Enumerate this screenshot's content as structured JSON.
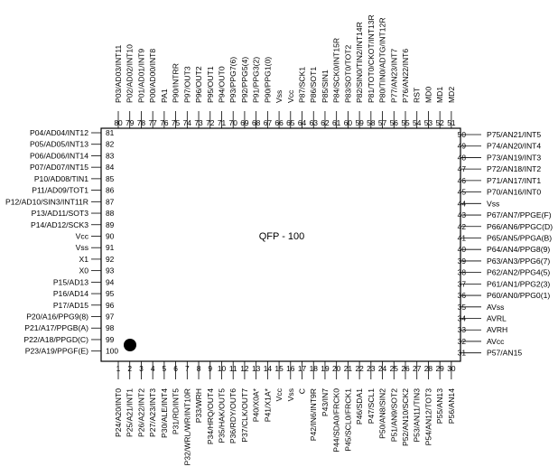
{
  "package_label": "QFP - 100",
  "colors": {
    "ink": "#000000",
    "background": "#ffffff"
  },
  "top_pins": [
    {
      "num": "80",
      "label": "P03/AD03/INT11"
    },
    {
      "num": "79",
      "label": "P02/AD02/INT10"
    },
    {
      "num": "78",
      "label": "P01/AD01/INT9"
    },
    {
      "num": "77",
      "label": "P00/AD00/INT8"
    },
    {
      "num": "76",
      "label": "PA1"
    },
    {
      "num": "75",
      "label": "P90/INTRR"
    },
    {
      "num": "74",
      "label": "P97/OUT3"
    },
    {
      "num": "73",
      "label": "P96/OUT2"
    },
    {
      "num": "72",
      "label": "P95/OUT1"
    },
    {
      "num": "71",
      "label": "P94/OUT0"
    },
    {
      "num": "70",
      "label": "P93/PPG7(6)"
    },
    {
      "num": "69",
      "label": "P92/PPG5(4)"
    },
    {
      "num": "68",
      "label": "P91/PPG3(2)"
    },
    {
      "num": "67",
      "label": "P90/PPG1(0)"
    },
    {
      "num": "66",
      "label": "Vss"
    },
    {
      "num": "65",
      "label": "Vcc"
    },
    {
      "num": "64",
      "label": "P87/SCK1"
    },
    {
      "num": "63",
      "label": "P86/SOT1"
    },
    {
      "num": "62",
      "label": "P85/SIN1"
    },
    {
      "num": "61",
      "label": "P84/SCK0/INT15R"
    },
    {
      "num": "60",
      "label": "P83/SOT0/TOT2"
    },
    {
      "num": "59",
      "label": "P82/SIN0/TIN2/INT14R"
    },
    {
      "num": "58",
      "label": "P81/TOT0/CKOT/INT13R"
    },
    {
      "num": "57",
      "label": "P80/TIN0/ADTG/INT12R"
    },
    {
      "num": "56",
      "label": "P77/AN23/INT7"
    },
    {
      "num": "55",
      "label": "P76/AN22/INT6"
    },
    {
      "num": "54",
      "label": "RST"
    },
    {
      "num": "53",
      "label": "MD0"
    },
    {
      "num": "52",
      "label": "MD1"
    },
    {
      "num": "51",
      "label": "MD2"
    }
  ],
  "left_pins": [
    {
      "num": "81",
      "label": "P04/AD04/INT12"
    },
    {
      "num": "82",
      "label": "P05/AD05/INT13"
    },
    {
      "num": "83",
      "label": "P06/AD06/INT14"
    },
    {
      "num": "84",
      "label": "P07/AD07/INT15"
    },
    {
      "num": "85",
      "label": "P10/AD08/TIN1"
    },
    {
      "num": "86",
      "label": "P11/AD09/TOT1"
    },
    {
      "num": "87",
      "label": "P12/AD10/SIN3/INT11R"
    },
    {
      "num": "88",
      "label": "P13/AD11/SOT3"
    },
    {
      "num": "89",
      "label": "P14/AD12/SCK3"
    },
    {
      "num": "90",
      "label": "Vcc"
    },
    {
      "num": "91",
      "label": "Vss"
    },
    {
      "num": "92",
      "label": "X1"
    },
    {
      "num": "93",
      "label": "X0"
    },
    {
      "num": "94",
      "label": "P15/AD13"
    },
    {
      "num": "95",
      "label": "P16/AD14"
    },
    {
      "num": "96",
      "label": "P17/AD15"
    },
    {
      "num": "97",
      "label": "P20/A16/PPG9(8)"
    },
    {
      "num": "98",
      "label": "P21/A17/PPGB(A)"
    },
    {
      "num": "99",
      "label": "P22/A18/PPGD(C)"
    },
    {
      "num": "100",
      "label": "P23/A19/PPGF(E)"
    }
  ],
  "right_pins": [
    {
      "num": "50",
      "label": "P75/AN21/INT5"
    },
    {
      "num": "49",
      "label": "P74/AN20/INT4"
    },
    {
      "num": "48",
      "label": "P73/AN19/INT3"
    },
    {
      "num": "47",
      "label": "P72/AN18/INT2"
    },
    {
      "num": "46",
      "label": "P71/AN17/INT1"
    },
    {
      "num": "45",
      "label": "P70/AN16/INT0"
    },
    {
      "num": "44",
      "label": "Vss"
    },
    {
      "num": "43",
      "label": "P67/AN7/PPGE(F)"
    },
    {
      "num": "42",
      "label": "P66/AN6/PPGC(D)"
    },
    {
      "num": "41",
      "label": "P65/AN5/PPGA(B)"
    },
    {
      "num": "40",
      "label": "P64/AN4/PPG8(9)"
    },
    {
      "num": "39",
      "label": "P63/AN3/PPG6(7)"
    },
    {
      "num": "38",
      "label": "P62/AN2/PPG4(5)"
    },
    {
      "num": "37",
      "label": "P61/AN1/PPG2(3)"
    },
    {
      "num": "36",
      "label": "P60/AN0/PPG0(1)"
    },
    {
      "num": "35",
      "label": "AVss"
    },
    {
      "num": "34",
      "label": "AVRL"
    },
    {
      "num": "33",
      "label": "AVRH"
    },
    {
      "num": "32",
      "label": "AVcc"
    },
    {
      "num": "31",
      "label": "P57/AN15"
    }
  ],
  "bottom_pins": [
    {
      "num": "1",
      "label": "P24/A20/INT0"
    },
    {
      "num": "2",
      "label": "P25/A21/INT1"
    },
    {
      "num": "3",
      "label": "P26/A22/INT2"
    },
    {
      "num": "4",
      "label": "P27/A23/INT3"
    },
    {
      "num": "5",
      "label": "P30/ALE/INT4"
    },
    {
      "num": "6",
      "label": "P31/RD/INT5"
    },
    {
      "num": "7",
      "label": "P32/WRL/WR/INT10R"
    },
    {
      "num": "8",
      "label": "P33/WRH"
    },
    {
      "num": "9",
      "label": "P34/HRQ/OUT4"
    },
    {
      "num": "10",
      "label": "P35/HAK/OUT5"
    },
    {
      "num": "11",
      "label": "P36/RDY/OUT6"
    },
    {
      "num": "12",
      "label": "P37/CLK/OUT7"
    },
    {
      "num": "13",
      "label": "P40/X0A*"
    },
    {
      "num": "14",
      "label": "P41/X1A*"
    },
    {
      "num": "15",
      "label": "Vcc"
    },
    {
      "num": "16",
      "label": "Vss"
    },
    {
      "num": "17",
      "label": "C"
    },
    {
      "num": "18",
      "label": "P42/IN6/INT9R"
    },
    {
      "num": "19",
      "label": "P43/IN7"
    },
    {
      "num": "20",
      "label": "P44/SDA0/FRCK0"
    },
    {
      "num": "21",
      "label": "P45/SCL0/FRCK1"
    },
    {
      "num": "22",
      "label": "P46/SDA1"
    },
    {
      "num": "23",
      "label": "P47/SCL1"
    },
    {
      "num": "24",
      "label": "P50/AN8/SIN2"
    },
    {
      "num": "25",
      "label": "P51/AN9/SOT2"
    },
    {
      "num": "26",
      "label": "P52/AN10/SCK2"
    },
    {
      "num": "27",
      "label": "P53/AN11/TIN3"
    },
    {
      "num": "28",
      "label": "P54/AN12/TOT3"
    },
    {
      "num": "29",
      "label": "P55/AN13"
    },
    {
      "num": "30",
      "label": "P56/AN14"
    }
  ]
}
